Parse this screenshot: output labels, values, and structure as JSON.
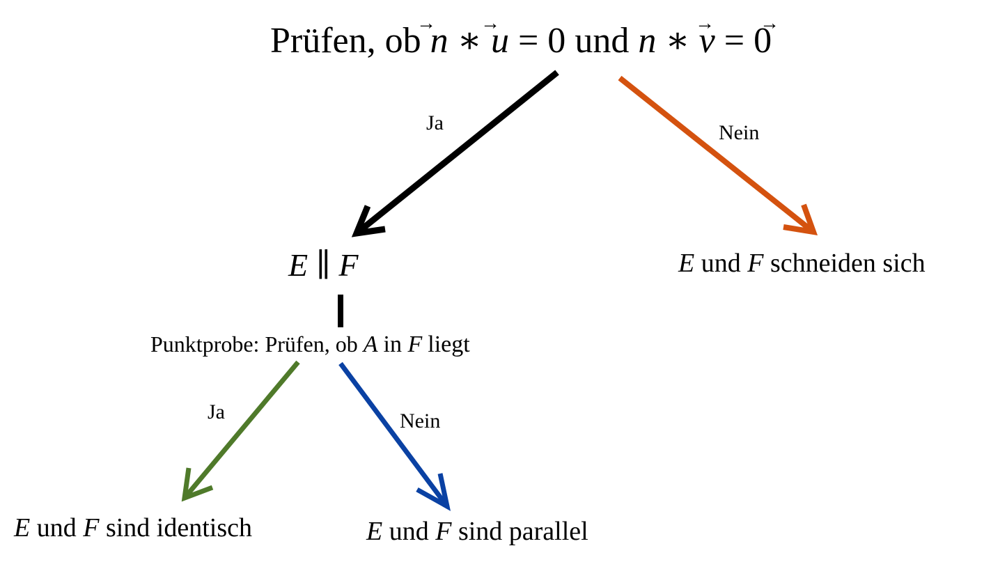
{
  "top": {
    "prefix": "Prüfen, ob ",
    "n1": "n",
    "op1": " ∗ ",
    "u": "u",
    "eq1": " = 0 ",
    "und": "und",
    "n2": "n",
    "op2": " ∗ ",
    "v": "v",
    "eq2": " = 0",
    "arrow_accent": "→"
  },
  "branch_top_yes": {
    "label": "Ja",
    "color": "#000000"
  },
  "branch_top_no": {
    "label": "Nein",
    "color": "#d4520f"
  },
  "parallel_node": {
    "e": "E",
    "sym": " ∥ ",
    "f": "F"
  },
  "intersect_node": {
    "e": "E",
    "text1": " und ",
    "f": "F",
    "text2": " schneiden sich"
  },
  "point_test": {
    "prefix": "Punktprobe: Prüfen, ob ",
    "a": "A",
    "mid": " in ",
    "f": "F",
    "suffix": " liegt"
  },
  "branch_test_yes": {
    "label": "Ja",
    "color": "#4f7a2a"
  },
  "branch_test_no": {
    "label": "Nein",
    "color": "#0a41a3"
  },
  "identical_node": {
    "e": "E",
    "text1": " und ",
    "f": "F",
    "text2": " sind identisch"
  },
  "parallel_result_node": {
    "e": "E",
    "text1": " und ",
    "f": "F",
    "text2": " sind parallel"
  }
}
